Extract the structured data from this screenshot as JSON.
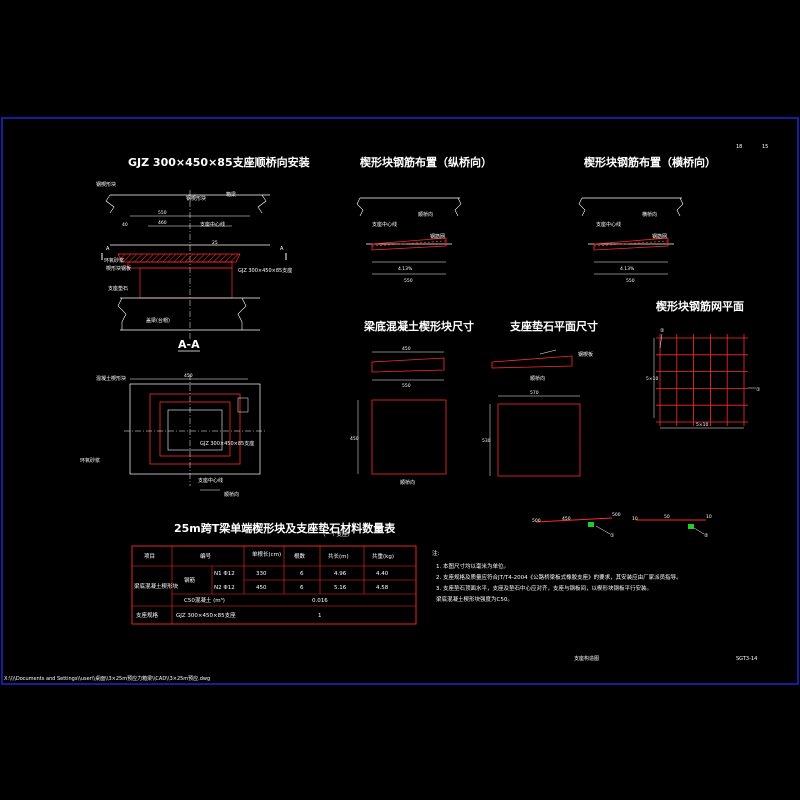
{
  "sheet": {
    "page_numbers": [
      "18",
      "15"
    ],
    "drawing_name": "支座构造图",
    "drawing_code": "SGT3-14",
    "file_path": "X:\\\\\\\\Documents and Settings\\\\user\\\\桌面\\\\3×25m预应力箱梁\\\\CAD\\\\3×25m预应.dwg"
  },
  "views": {
    "bearing_install": {
      "title": "GJZ 300×450×85支座顺桥向安装",
      "labels": [
        "钢楔形块",
        "箱梁",
        "钢楔形块",
        "支座中心线",
        "支座垫石",
        "盖梁(台帽)",
        "环氧砂浆",
        "楔形块钢板",
        "GJZ 300×450×85支座"
      ],
      "dims": [
        "550",
        "460",
        "40",
        "25",
        "A",
        "A"
      ]
    },
    "section_aa": {
      "title": "A-A",
      "labels": [
        "混凝土楔形块",
        "环氧砂浆",
        "GJZ 300×450×85支座",
        "支座中心线",
        "顺桥向"
      ],
      "dims": [
        "450"
      ]
    },
    "wedge_long": {
      "title": "楔形块钢筋布置（纵桥向）",
      "labels": [
        "支座中心线",
        "顺桥向",
        "钢筋网"
      ],
      "dims": [
        "4.13%",
        "550"
      ]
    },
    "wedge_trans": {
      "title": "楔形块钢筋布置（横桥向）",
      "labels": [
        "支座中心线",
        "横桥向",
        "钢筋网"
      ],
      "dims": [
        "4.13%",
        "550"
      ]
    },
    "beam_wedge": {
      "title": "梁底混凝土楔形块尺寸",
      "labels": [
        "顺桥向"
      ],
      "dims": [
        "450",
        "550",
        "450"
      ]
    },
    "pad_plan": {
      "title": "支座垫石平面尺寸",
      "labels": [
        "顺桥向",
        "钢楔板"
      ],
      "dims": [
        "570",
        "530"
      ]
    },
    "mesh_plan": {
      "title": "楔形块钢筋网平面",
      "markers": [
        "②",
        "①"
      ],
      "dims": [
        "5×10",
        "5×10"
      ]
    },
    "details": {
      "left_dims": [
        "500",
        "450",
        "500"
      ],
      "right_dims": [
        "10",
        "10",
        "50"
      ],
      "markers": [
        "①",
        "②"
      ]
    }
  },
  "table": {
    "title": "25m跨T梁单端楔形块及支座垫石材料数量表",
    "subtitle": "（一个支座）",
    "headers": [
      "项目",
      "编号",
      "单根长(cm)",
      "根数",
      "共长(m)",
      "共重(kg)"
    ],
    "row_group": "梁底混凝土楔形块",
    "steel_label": "钢筋",
    "rows": [
      {
        "mark": "N1 Φ12",
        "len": "330",
        "count": "6",
        "total": "4.96",
        "weight": "4.40"
      },
      {
        "mark": "N2 Φ12",
        "len": "450",
        "count": "6",
        "total": "5.16",
        "weight": "4.58"
      }
    ],
    "concrete_label": "C50混凝土 (m³)",
    "concrete_value": "0.016",
    "bearing_label": "支座规格",
    "bearing_name": "GJZ 300×450×85支座",
    "bearing_count": "1"
  },
  "notes": {
    "heading": "注:",
    "items": [
      "1. 本图尺寸均以毫米为单位。",
      "2. 支座规格及质量应符合JT/T4-2004《公路桥梁板式橡胶支座》的要求，其安装应由厂家派员指导。",
      "3. 支座垫石顶面水平，支座及垫石中心应对齐，支座与钢板间，以楔形块钢板平行安装。",
      "   梁底混凝土楔形块强度为C50。"
    ]
  },
  "colors": {
    "line": "#ffffff",
    "red": "#ff2a2a",
    "frame": "#2233ff",
    "green": "#22cc22",
    "bg": "#000000"
  }
}
